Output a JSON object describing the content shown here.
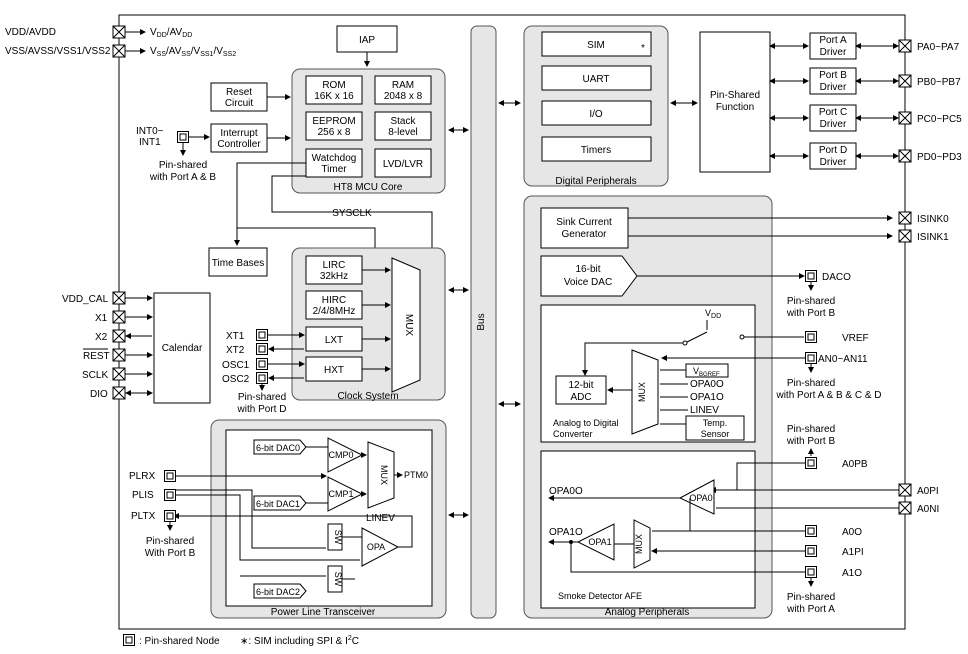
{
  "pins_left": {
    "vdd": "VDD/AVDD",
    "vss": "VSS/AVSS/VSS1/VSS2",
    "vdd_out_main": "V",
    "vdd_out_sub1": "DD",
    "vdd_out_sep": "/AV",
    "vdd_out_sub2": "DD",
    "vss_out_main": "V",
    "vss_out_sub1": "SS",
    "vss_out_sep1": "/AV",
    "vss_out_sub2": "SS",
    "vss_out_sep2": "/V",
    "vss_out_sub3": "SS1",
    "vss_out_sep3": "/V",
    "vss_out_sub4": "SS2",
    "int0": "INT0~",
    "int1": "INT1",
    "int_shared_1": "Pin-shared",
    "int_shared_2": "with Port A & B",
    "vdd_cal": "VDD_CAL",
    "x1": "X1",
    "x2": "X2",
    "rest": "REST",
    "sclk": "SCLK",
    "dio": "DIO",
    "xt1": "XT1",
    "xt2": "XT2",
    "osc1": "OSC1",
    "osc2": "OSC2",
    "osc_shared_1": "Pin-shared",
    "osc_shared_2": "with Port D",
    "plrx": "PLRX",
    "plis": "PLIS",
    "pltx": "PLTX",
    "pl_shared_1": "Pin-shared",
    "pl_shared_2": "With Port B"
  },
  "core": {
    "iap": "IAP",
    "reset_1": "Reset",
    "reset_2": "Circuit",
    "int_ctrl_1": "Interrupt",
    "int_ctrl_2": "Controller",
    "rom_1": "ROM",
    "rom_2": "16K x 16",
    "ram_1": "RAM",
    "ram_2": "2048 x 8",
    "eeprom_1": "EEPROM",
    "eeprom_2": "256 x 8",
    "stack_1": "Stack",
    "stack_2": "8-level",
    "wdt_1": "Watchdog",
    "wdt_2": "Timer",
    "lvd": "LVD/LVR",
    "title": "HT8 MCU Core",
    "sysclk": "SYSCLK",
    "timebases": "Time Bases",
    "calendar": "Calendar"
  },
  "clock": {
    "lirc_1": "LIRC",
    "lirc_2": "32kHz",
    "hirc_1": "HIRC",
    "hirc_2": "2/4/8MHz",
    "lxt": "LXT",
    "hxt": "HXT",
    "mux": "MUX",
    "title": "Clock System"
  },
  "plt": {
    "dac0": "6-bit DAC0",
    "dac1": "6-bit DAC1",
    "dac2": "6-bit DAC2",
    "cmp0": "CMP0",
    "cmp1": "CMP1",
    "mux": "MUX",
    "ptm0": "PTM0",
    "linev": "LINEV",
    "sw": "SW",
    "opa": "OPA",
    "title": "Power Line Transceiver"
  },
  "bus": "Bus",
  "digital": {
    "sim": "SIM",
    "sim_star": "*",
    "uart": "UART",
    "io": "I/O",
    "timers": "Timers",
    "title": "Digital Peripherals",
    "psf_1": "Pin-Shared",
    "psf_2": "Function"
  },
  "ports": [
    {
      "l1": "Port A",
      "l2": "Driver",
      "pin": "PA0~PA7"
    },
    {
      "l1": "Port B",
      "l2": "Driver",
      "pin": "PB0~PB7"
    },
    {
      "l1": "Port C",
      "l2": "Driver",
      "pin": "PC0~PC5"
    },
    {
      "l1": "Port D",
      "l2": "Driver",
      "pin": "PD0~PD3"
    }
  ],
  "analog": {
    "sink_1": "Sink Current",
    "sink_2": "Generator",
    "isink0": "ISINK0",
    "isink1": "ISINK1",
    "dac_1": "16-bit",
    "dac_2": "Voice DAC",
    "daco": "DACO",
    "daco_shared_1": "Pin-shared",
    "daco_shared_2": "with Port B",
    "vdd_v": "V",
    "vdd_sub": "DD",
    "vref": "VREF",
    "an": "AN0~AN11",
    "an_shared_1": "Pin-shared",
    "an_shared_2": "with Port A & B & C & D",
    "adc_1": "12-bit",
    "adc_2": "ADC",
    "adc_mux": "MUX",
    "vbg_v": "V",
    "vbg_sub": "BGREF",
    "opa0o_in": "OPA0O",
    "opa1o_in": "OPA1O",
    "linev": "LINEV",
    "temp_1": "Temp.",
    "temp_2": "Sensor",
    "adc_title_1": "Analog to Digital",
    "adc_title_2": "Converter",
    "a0pb_shared_1": "Pin-shared",
    "a0pb_shared_2": "with Port B",
    "a0pb": "A0PB",
    "a0pi": "A0PI",
    "a0ni": "A0NI",
    "opa0o": "OPA0O",
    "opa1o": "OPA1O",
    "opa0": "OPA0",
    "opa1": "OPA1",
    "mux": "MUX",
    "a0o": "A0O",
    "a1pi": "A1PI",
    "a1o": "A1O",
    "afe_title": "Smoke Detector AFE",
    "a1o_shared_1": "Pin-shared",
    "a1o_shared_2": "with Port A",
    "title": "Analog Peripherals"
  },
  "legend": {
    "node": ": Pin-shared Node",
    "sim_a": "∗: SIM including SPI & I",
    "sim_sup": "2",
    "sim_b": "C"
  }
}
